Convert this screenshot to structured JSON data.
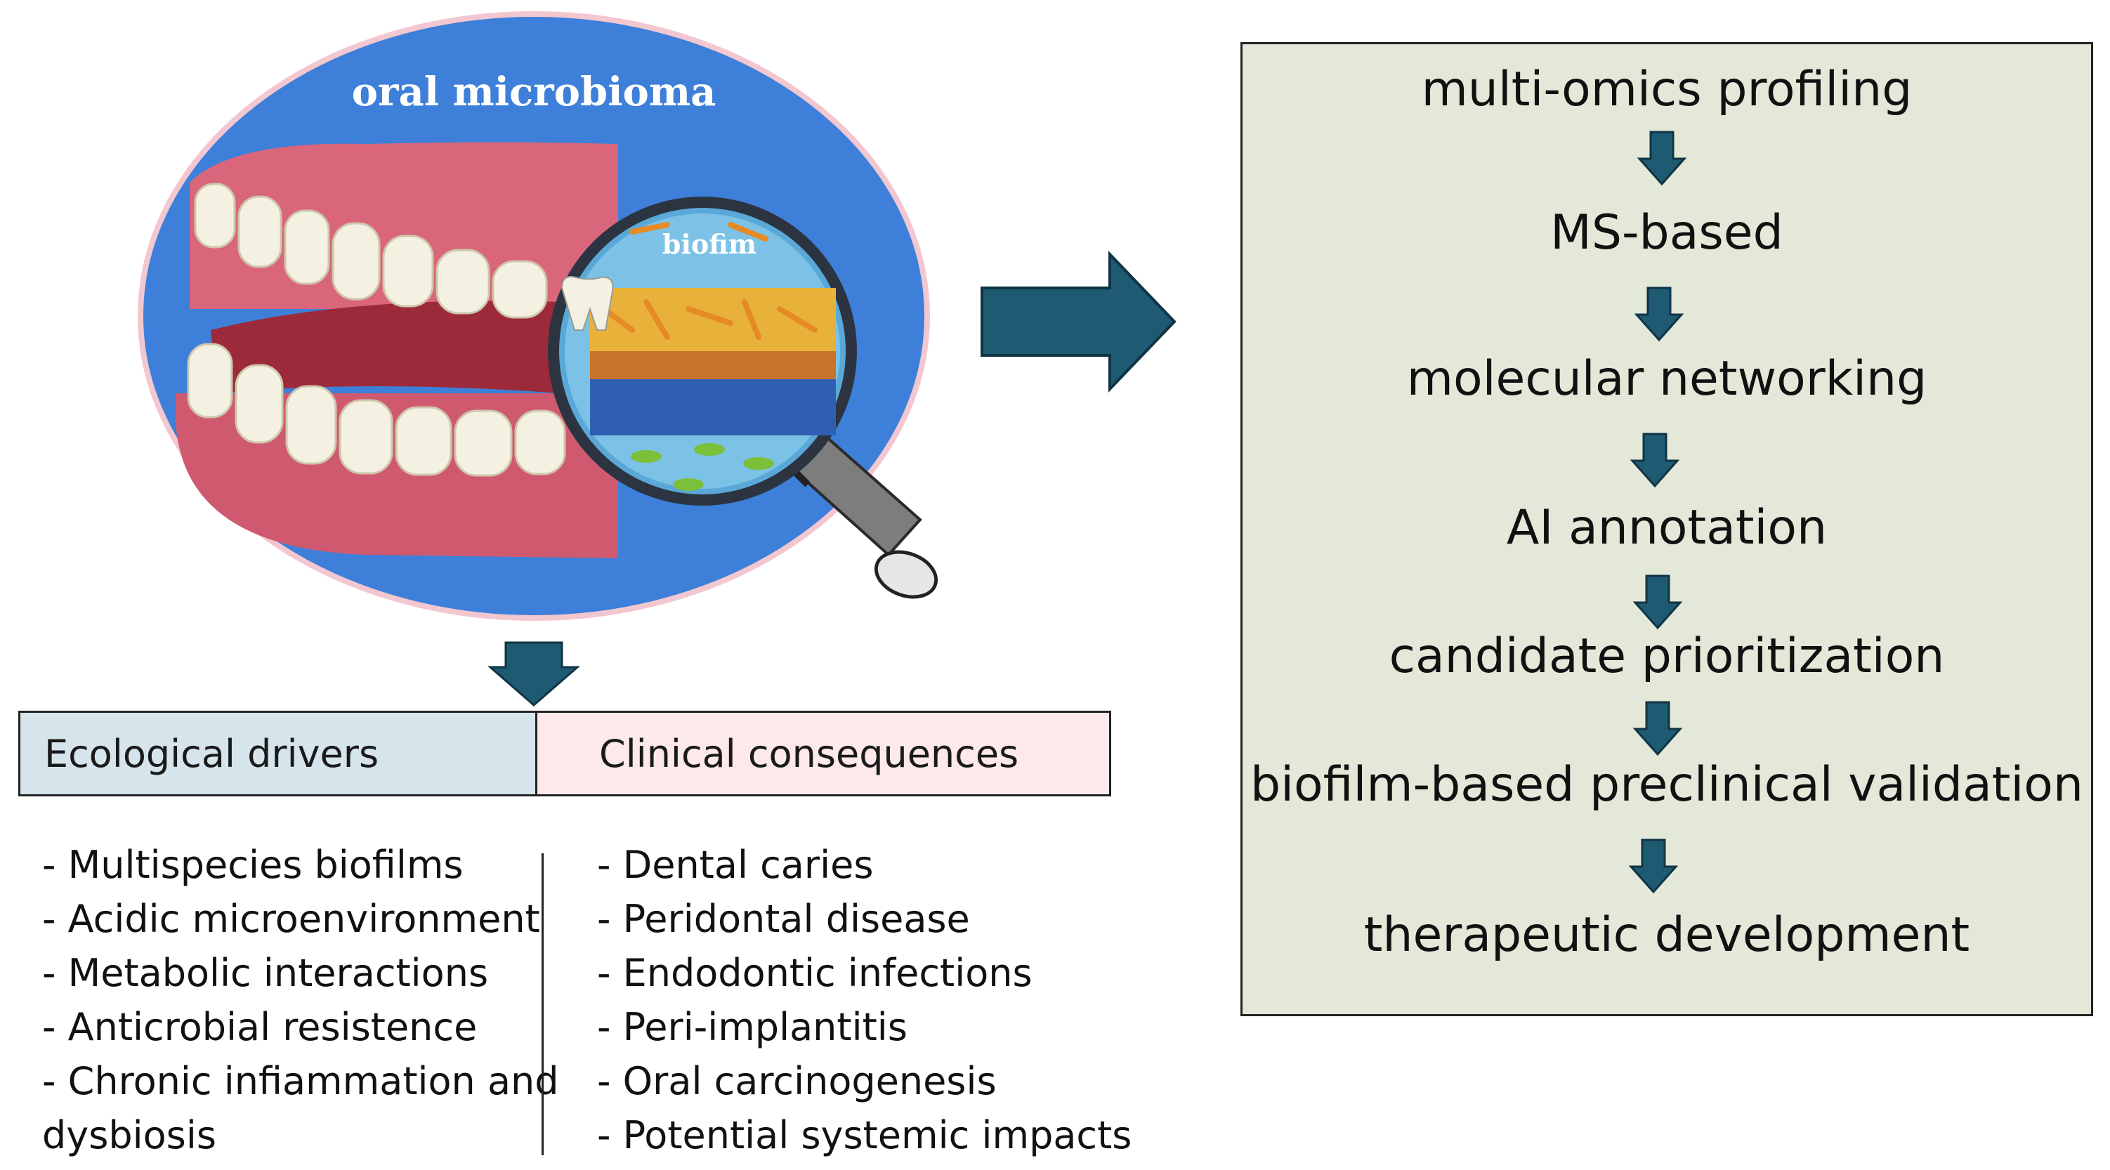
{
  "illustration": {
    "title": "oral microbioma",
    "magnifier_label": "biofim",
    "colors": {
      "oval_fill": "#3d7fd9",
      "oval_border": "#f2c7cf",
      "gum": "#d9667a",
      "teeth": "#f4f0e2",
      "arrow": "#1f5a73"
    }
  },
  "table": {
    "left_header": "Ecological drivers",
    "right_header": "Clinical consequences",
    "left_items": [
      "- Multispecies biofilms",
      "- Acidic microenvironment",
      "- Metabolic interactions",
      "- Anticrobial resistence",
      "- Chronic infiammation and",
      "dysbiosis"
    ],
    "right_items": [
      "- Dental caries",
      "- Peridontal disease",
      "- Endodontic infections",
      "- Peri-implantitis",
      "- Oral carcinogenesis",
      "- Potential systemic impacts"
    ]
  },
  "workflow": {
    "steps": [
      "multi-omics profiling",
      "MS-based",
      "molecular networking",
      "AI annotation",
      "candidate prioritization",
      "biofilm-based preclinical validation",
      "therapeutic development"
    ],
    "box_color": "#e3e8d9"
  }
}
